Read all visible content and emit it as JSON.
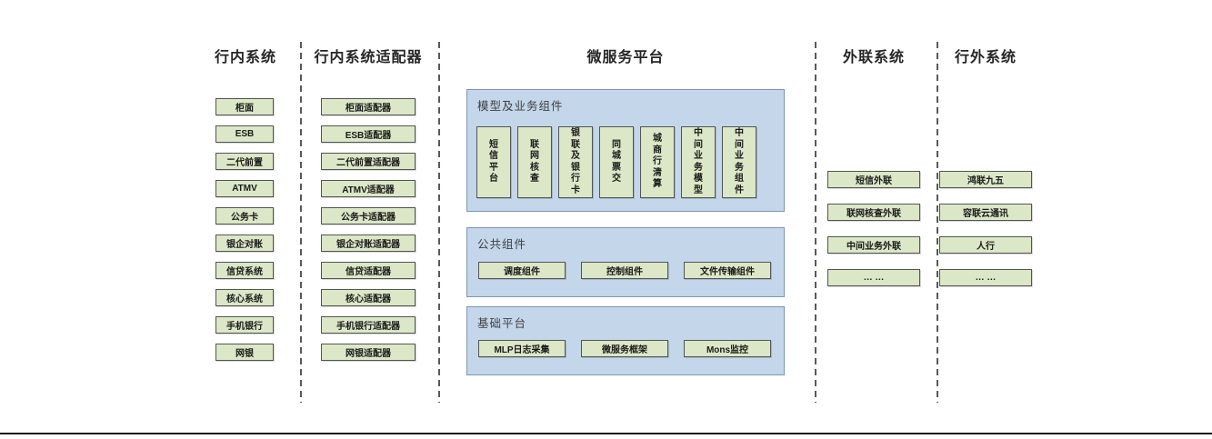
{
  "columns": {
    "internal": {
      "title": "行内系统",
      "boxes": [
        "柜面",
        "ESB",
        "二代前置",
        "ATMV",
        "公务卡",
        "银企对账",
        "信贷系统",
        "核心系统",
        "手机银行",
        "网银"
      ]
    },
    "adapters": {
      "title": "行内系统适配器",
      "boxes": [
        "柜面适配器",
        "ESB适配器",
        "二代前置适配器",
        "ATMV适配器",
        "公务卡适配器",
        "银企对账适配器",
        "信贷适配器",
        "核心适配器",
        "手机银行适配器",
        "网银适配器"
      ]
    },
    "platform": {
      "title": "微服务平台",
      "sections": [
        {
          "title": "模型及业务组件",
          "items": [
            "短信平台",
            "联网核查",
            "银联及银行卡",
            "同城票交",
            "城商行清算",
            "中间业务模型",
            "中间业务组件"
          ]
        },
        {
          "title": "公共组件",
          "items": [
            "调度组件",
            "控制组件",
            "文件传输组件"
          ]
        },
        {
          "title": "基础平台",
          "items": [
            "MLP日志采集",
            "微服务框架",
            "Mons监控"
          ]
        }
      ]
    },
    "external": {
      "title": "外联系统",
      "boxes": [
        "短信外联",
        "联网核查外联",
        "中间业务外联",
        "… …"
      ]
    },
    "outside": {
      "title": "行外系统",
      "boxes": [
        "鸿联九五",
        "容联云通讯",
        "人行",
        "… …"
      ]
    }
  },
  "colors": {
    "green_box_fill": "#dbe7c6",
    "green_box_border": "#545454",
    "panel_fill": "#c3d6ea",
    "panel_border": "#7e95b5",
    "separator": "#595959",
    "header_text": "#262626",
    "bottom_rule": "#1a1a1a"
  }
}
